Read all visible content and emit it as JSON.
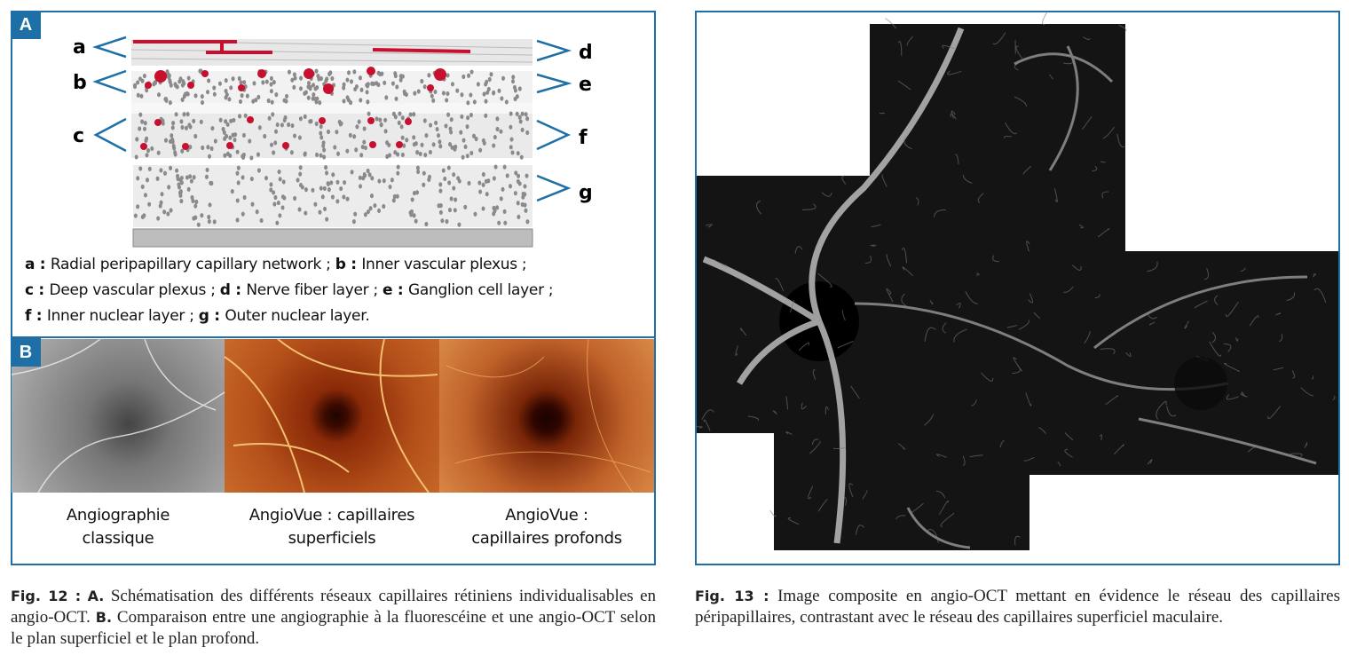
{
  "figure12": {
    "panel_a_label": "A",
    "panel_b_label": "B",
    "layer_letters_left": [
      "a",
      "b",
      "c"
    ],
    "layer_letters_right": [
      "d",
      "e",
      "f",
      "g"
    ],
    "legend": [
      {
        "key": "a",
        "text": "Radial peripapillary capillary network ;"
      },
      {
        "key": "b",
        "text": "Inner vascular plexus ;"
      },
      {
        "key": "c",
        "text": "Deep vascular plexus ;"
      },
      {
        "key": "d",
        "text": "Nerve fiber layer ;"
      },
      {
        "key": "e",
        "text": "Ganglion cell layer ;"
      },
      {
        "key": "f",
        "text": "Inner nuclear layer ;"
      },
      {
        "key": "g",
        "text": "Outer nuclear layer."
      }
    ],
    "images": [
      {
        "caption_line1": "Angiographie",
        "caption_line2": "classique"
      },
      {
        "caption_line1": "AngioVue : capillaires",
        "caption_line2": "superficiels"
      },
      {
        "caption_line1": "AngioVue :",
        "caption_line2": "capillaires profonds"
      }
    ],
    "caption": {
      "fig_label": "Fig. 12 :",
      "a_label": "A.",
      "a_text": "Schématisation des différents réseaux capillaires rétiniens individualisables en angio-OCT.",
      "b_label": "B.",
      "b_text": "Comparaison entre une angiographie à la fluorescéine et une angio-OCT selon le plan superficiel et le plan profond."
    }
  },
  "figure13": {
    "caption": {
      "fig_label": "Fig. 13 :",
      "text": "Image composite en angio-OCT mettant en évidence le réseau des capillaires péripapillaires, contrastant avec le réseau des capillaires superficiel maculaire."
    }
  },
  "colors": {
    "frame": "#1d6fa5",
    "vessel_red": "#c8102e"
  }
}
